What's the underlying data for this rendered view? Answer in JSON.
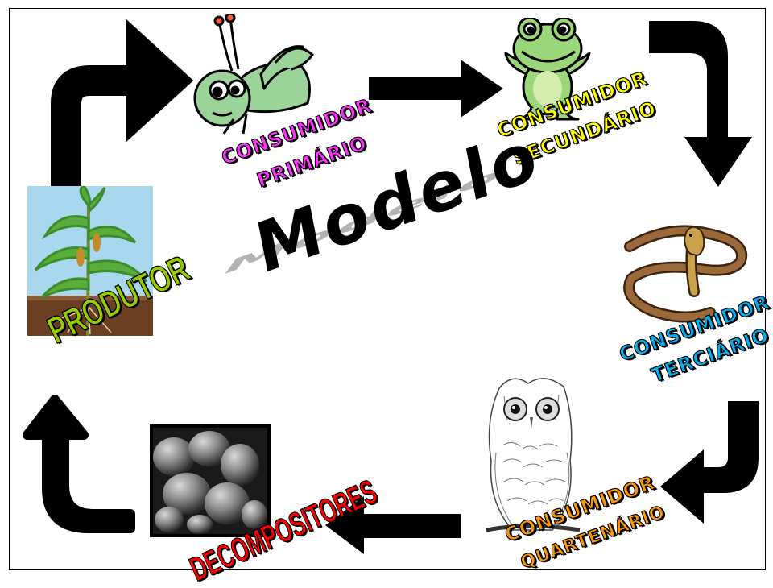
{
  "title": "Modelo",
  "nodes": {
    "produtor": {
      "label": "PRODUTOR",
      "color": "#99cc00"
    },
    "primario": {
      "line1": "CONSUMIDOR",
      "line2": "PRIMÁRIO",
      "color": "#ff33ff"
    },
    "secundario": {
      "line1": "CONSUMIDOR",
      "line2": "SECUNDÁRIO",
      "color": "#ffff00"
    },
    "terciario": {
      "line1": "CONSUMIDOR",
      "line2": "TERCIÁRIO",
      "color": "#00b0f0"
    },
    "quartenario": {
      "line1": "CONSUMIDOR",
      "line2": "QUARTENÁRIO",
      "color": "#ff9900"
    },
    "decompositores": {
      "label": "DECOMPOSITORES",
      "color": "#ff0000"
    }
  },
  "icons": [
    "plant-icon",
    "grasshopper-icon",
    "frog-icon",
    "cobra-icon",
    "owl-icon",
    "fungi-icon"
  ]
}
